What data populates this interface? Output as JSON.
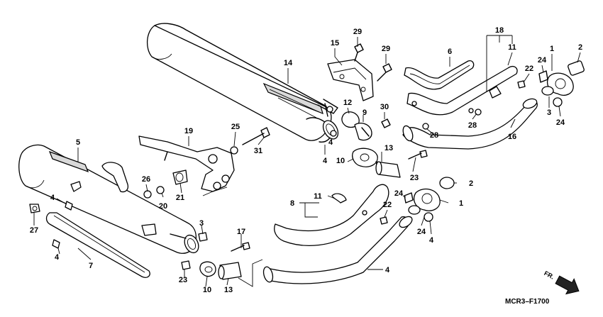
{
  "diagram": {
    "callouts": [
      {
        "label": "29",
        "part": "bolt-upper-bracket"
      },
      {
        "label": "29",
        "part": "bolt-bracket-side"
      },
      {
        "label": "15",
        "part": "muffler-bracket"
      },
      {
        "label": "18",
        "part": "front-pipe-group"
      },
      {
        "label": "6",
        "part": "heat-protector-front"
      },
      {
        "label": "11",
        "part": "protector-clamp-upper"
      },
      {
        "label": "1",
        "part": "joint-flange-upper"
      },
      {
        "label": "2",
        "part": "gasket-upper"
      },
      {
        "label": "24",
        "part": "stud-nut-upper-a"
      },
      {
        "label": "22",
        "part": "protector-bolt-upper"
      },
      {
        "label": "14",
        "part": "upper-muffler"
      },
      {
        "label": "12",
        "part": "seal-sleeve"
      },
      {
        "label": "9",
        "part": "band-clamp-upper"
      },
      {
        "label": "30",
        "part": "bolt-clamp-upper"
      },
      {
        "label": "3",
        "part": "collar-upper"
      },
      {
        "label": "24",
        "part": "stud-nut-upper-b"
      },
      {
        "label": "28",
        "part": "grommet-a"
      },
      {
        "label": "28",
        "part": "grommet-b"
      },
      {
        "label": "16",
        "part": "exhaust-pipe-front"
      },
      {
        "label": "5",
        "part": "lower-muffler"
      },
      {
        "label": "19",
        "part": "muffler-stay"
      },
      {
        "label": "25",
        "part": "washer-stay"
      },
      {
        "label": "31",
        "part": "bolt-stay-long"
      },
      {
        "label": "4",
        "part": "clip-upper-muffler"
      },
      {
        "label": "13",
        "part": "gasket-sleeve-upper"
      },
      {
        "label": "10",
        "part": "band-clamp-mid"
      },
      {
        "label": "4",
        "part": "clip-mid"
      },
      {
        "label": "23",
        "part": "bolt-band-upper"
      },
      {
        "label": "26",
        "part": "nut-stay"
      },
      {
        "label": "20",
        "part": "collar-stay"
      },
      {
        "label": "21",
        "part": "rubber-mount"
      },
      {
        "label": "2",
        "part": "gasket-lower"
      },
      {
        "label": "4",
        "part": "clip-lower-muffler-a"
      },
      {
        "label": "11",
        "part": "protector-clamp-lower"
      },
      {
        "label": "24",
        "part": "stud-nut-lower-a"
      },
      {
        "label": "1",
        "part": "joint-flange-lower"
      },
      {
        "label": "8",
        "part": "rear-pipe-group"
      },
      {
        "label": "22",
        "part": "protector-bolt-lower"
      },
      {
        "label": "27",
        "part": "cap-nut"
      },
      {
        "label": "4",
        "part": "clip-lower-muffler-b"
      },
      {
        "label": "3",
        "part": "collar-lower"
      },
      {
        "label": "24",
        "part": "stud-nut-lower-b"
      },
      {
        "label": "4",
        "part": "clip-lower-muffler-c"
      },
      {
        "label": "23",
        "part": "bolt-band-lower"
      },
      {
        "label": "17",
        "part": "heat-protector-muffler"
      },
      {
        "label": "7",
        "part": "exhaust-pipe-rear"
      },
      {
        "label": "4",
        "part": "clip-lower"
      },
      {
        "label": "10",
        "part": "band-clamp-lower"
      },
      {
        "label": "13",
        "part": "gasket-sleeve-lower"
      }
    ],
    "direction_label": "FR.",
    "figure_code": "MCR3–F1700"
  },
  "colors": {
    "line": "#000000",
    "background": "#ffffff",
    "shade": "#d9d9d9"
  }
}
